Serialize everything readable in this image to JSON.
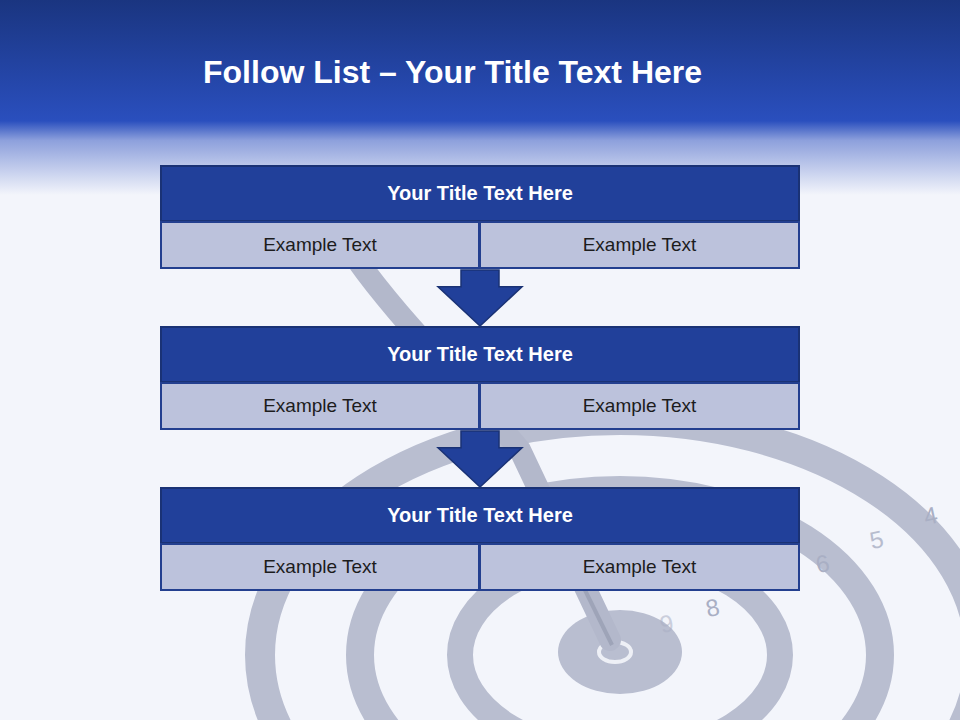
{
  "diagram": {
    "title": "Follow List – Your Title Text Here",
    "nodes": [
      {
        "text": [
          "Your Title Text Here"
        ]
      },
      {
        "text": [
          "Example Text"
        ],
        "in": 0
      },
      {
        "text": [
          "Example Text"
        ],
        "in": 0
      },
      {
        "text": [
          "Your Title Text Here"
        ]
      },
      {
        "text": [
          "Example Text"
        ],
        "in": 3
      },
      {
        "text": [
          "Example Text"
        ],
        "in": 3
      },
      {
        "text": [
          "Your Title Text Here"
        ]
      },
      {
        "text": [
          "Example Text"
        ],
        "in": 6
      },
      {
        "text": [
          "Example Text"
        ],
        "in": 6
      }
    ],
    "edges": [
      {
        "from": 0,
        "to": 3,
        "arrow": "to"
      },
      {
        "from": 3,
        "to": 6,
        "arrow": "to"
      }
    ],
    "labels": [
      "4",
      "5",
      "6",
      "8",
      "9"
    ]
  }
}
